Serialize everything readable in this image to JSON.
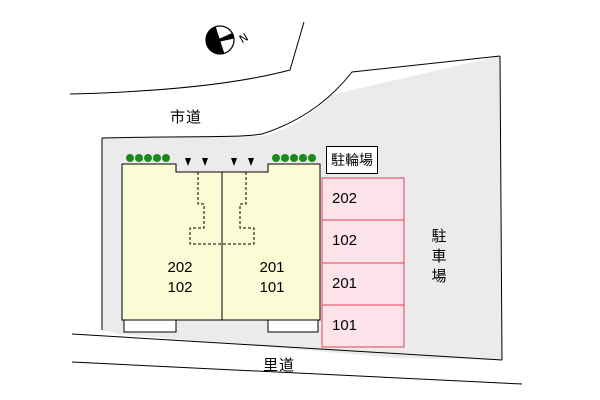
{
  "map": {
    "roads": {
      "city_road": "市道",
      "village_road": "里道"
    },
    "parking_label": "駐車場",
    "bicycle_parking_label": "駐輪場",
    "building": {
      "west_unit": {
        "upper": "202",
        "lower": "102"
      },
      "east_unit": {
        "upper": "201",
        "lower": "101"
      }
    },
    "parking_slots": [
      {
        "label": "202"
      },
      {
        "label": "102"
      },
      {
        "label": "201"
      },
      {
        "label": "101"
      }
    ],
    "north_arrow_icon": "compass-north-icon",
    "colors": {
      "building_fill": "#fbfbd6",
      "site_fill": "#ebebeb",
      "slot_fill": "#fde3ea",
      "slot_border": "#e0405a",
      "tree": "#1a8a1a"
    }
  }
}
